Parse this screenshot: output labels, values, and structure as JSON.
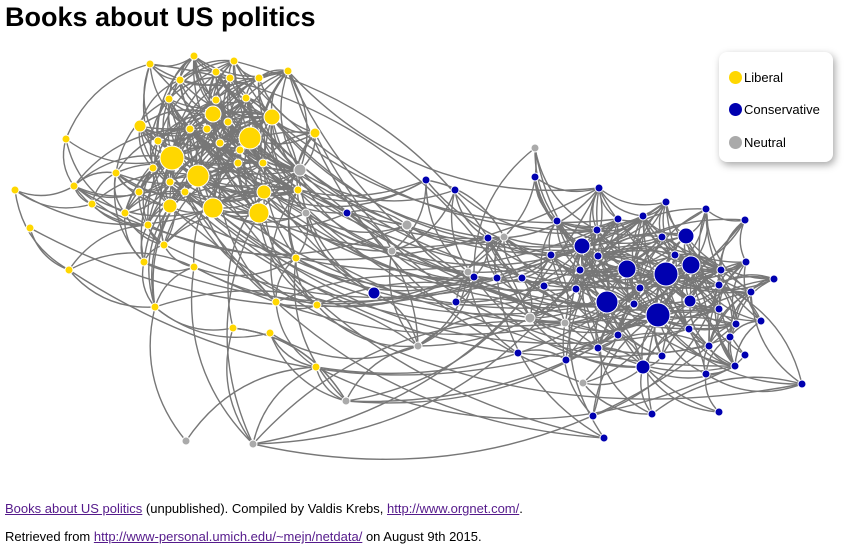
{
  "title": "Books about US politics",
  "legend": {
    "items": [
      {
        "label": "Liberal",
        "color": "#FFD700"
      },
      {
        "label": "Conservative",
        "color": "#0000B0"
      },
      {
        "label": "Neutral",
        "color": "#AAAAAA"
      }
    ]
  },
  "footer": {
    "line1_link": "Books about US politics",
    "line1_text": " (unpublished). Compiled by Valdis Krebs, ",
    "line1_link2": "http://www.orgnet.com/",
    "line1_end": ".",
    "line2_pre": "Retrieved from ",
    "line2_link": "http://www-personal.umich.edu/~mejn/netdata/",
    "line2_end": " on August 9th 2015."
  }
}
